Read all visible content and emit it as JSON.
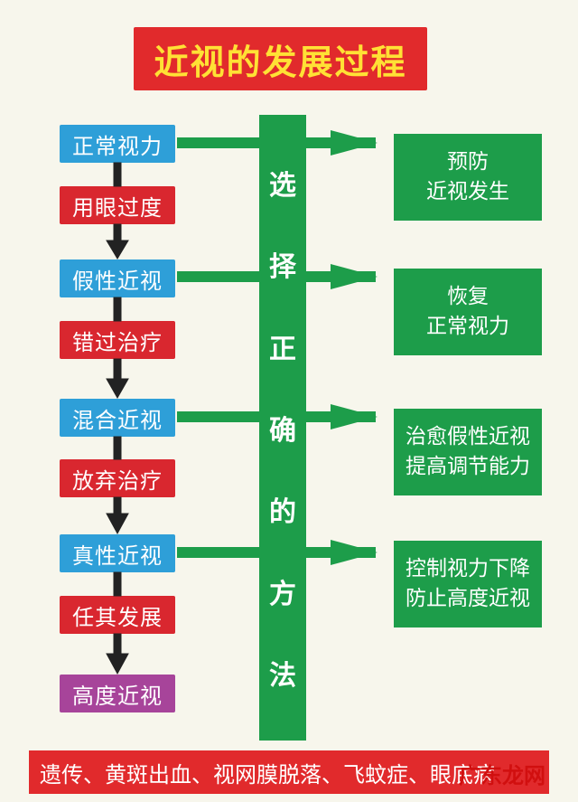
{
  "title": "近视的发展过程",
  "stages": [
    {
      "label": "正常视力",
      "color": "blue"
    },
    {
      "label": "用眼过度",
      "color": "red"
    },
    {
      "label": "假性近视",
      "color": "blue"
    },
    {
      "label": "错过治疗",
      "color": "red"
    },
    {
      "label": "混合近视",
      "color": "blue"
    },
    {
      "label": "放弃治疗",
      "color": "red"
    },
    {
      "label": "真性近视",
      "color": "blue"
    },
    {
      "label": "任其发展",
      "color": "red"
    },
    {
      "label": "高度近视",
      "color": "purple"
    }
  ],
  "method_chars": [
    "选",
    "择",
    "正",
    "确",
    "的",
    "方",
    "法"
  ],
  "results": [
    {
      "line1": "预防",
      "line2": "近视发生"
    },
    {
      "line1": "恢复",
      "line2": "正常视力"
    },
    {
      "line1": "治愈假性近视",
      "line2": "提高调节能力"
    },
    {
      "line1": "控制视力下降",
      "line2": "防止高度近视"
    }
  ],
  "footer": "遗传、黄斑出血、视网膜脱落、飞蚊症、眼底病",
  "watermark": "广东龙网",
  "colors": {
    "title_bg": "#e12a2c",
    "title_text": "#ffe135",
    "blue": "#2e9fd8",
    "red": "#d9272f",
    "purple": "#a7449a",
    "green": "#1d9d4a"
  }
}
